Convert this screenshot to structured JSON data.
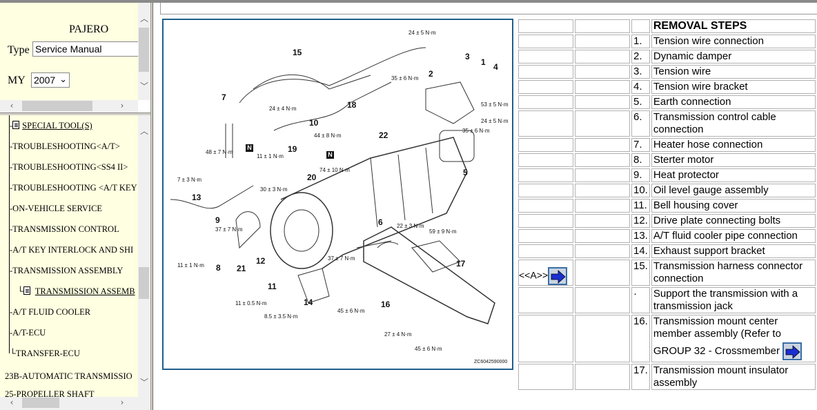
{
  "sidebar": {
    "model": "PAJERO",
    "type_label": "Type",
    "type_value": "Service Manual",
    "my_label": "MY",
    "my_value": "2007",
    "tree": [
      {
        "label": "SPECIAL TOOL(S)",
        "doc": true
      },
      {
        "label": "TROUBLESHOOTING<A/T>"
      },
      {
        "label": "TROUBLESHOOTING<SS4 II>"
      },
      {
        "label": "TROUBLESHOOTING <A/T KEY"
      },
      {
        "label": "ON-VEHICLE SERVICE"
      },
      {
        "label": "TRANSMISSION CONTROL"
      },
      {
        "label": "A/T KEY INTERLOCK AND SHI"
      },
      {
        "label": "TRANSMISSION ASSEMBLY"
      },
      {
        "label": "TRANSMISSION ASSEMB",
        "doc": true,
        "selected": true
      },
      {
        "label": "A/T FLUID COOLER"
      },
      {
        "label": "A/T-ECU"
      },
      {
        "label": "TRANSFER-ECU"
      }
    ],
    "groups": [
      "23B-AUTOMATIC TRANSMISSIO",
      "25-PROPELLER SHAFT"
    ]
  },
  "diagram": {
    "numbers": [
      "15",
      "3",
      "1",
      "4",
      "2",
      "7",
      "18",
      "10",
      "22",
      "19",
      "20",
      "5",
      "13",
      "9",
      "6",
      "8",
      "21",
      "12",
      "11",
      "14",
      "16",
      "17"
    ],
    "torques": [
      "24 ± 5 N·m",
      "35 ± 6 N·m",
      "53 ± 5 N·m",
      "24 ± 5 N·m",
      "35 ± 6 N·m",
      "24 ± 4 N·m",
      "44 ± 8 N·m",
      "48 ± 7 N·m",
      "11 ± 1 N·m",
      "74 ± 10 N·m",
      "7 ± 3 N·m",
      "30 ± 3 N·m",
      "37 ± 7 N·m",
      "22 ± 3 N·m",
      "59 ± 9 N·m",
      "11 ± 1 N·m",
      "37 ± 7 N·m",
      "11 ± 0.5 N·m",
      "8.5 ± 3.5 N·m",
      "45 ± 6 N·m",
      "27 ± 4 N·m",
      "45 ± 6 N·m"
    ],
    "n_mark": "N",
    "code": "ZC6042590000"
  },
  "table": {
    "header": "REMOVAL STEPS",
    "ref_label": "<<A>>",
    "rows": [
      {
        "n": "1.",
        "t": "Tension wire connection"
      },
      {
        "n": "2.",
        "t": "Dynamic damper"
      },
      {
        "n": "3.",
        "t": "Tension wire"
      },
      {
        "n": "4.",
        "t": "Tension wire bracket"
      },
      {
        "n": "5.",
        "t": "Earth connection"
      },
      {
        "n": "6.",
        "t": "Transmission control cable connection"
      },
      {
        "n": "7.",
        "t": "Heater hose connection"
      },
      {
        "n": "8.",
        "t": "Sterter motor"
      },
      {
        "n": "9.",
        "t": "Heat protector"
      },
      {
        "n": "10.",
        "t": "Oil level gauge assembly"
      },
      {
        "n": "11.",
        "t": "Bell housing cover"
      },
      {
        "n": "12.",
        "t": "Drive plate connecting bolts"
      },
      {
        "n": "13.",
        "t": "A/T fluid cooler pipe connection"
      },
      {
        "n": "14.",
        "t": "Exhaust support bracket"
      },
      {
        "n": "15.",
        "t": "Transmission harness connector connection"
      },
      {
        "n": "·",
        "t": "Support the transmission with a transmission jack"
      },
      {
        "n": "16.",
        "t": "Transmission mount center member assembly (Refer to",
        "t2": "GROUP 32 - Crossmember",
        ".": ")."
      },
      {
        "n": "17.",
        "t": "Transmission mount insulator assembly"
      }
    ]
  },
  "colors": {
    "panel": "#ffffe1",
    "diagram_border": "#1f5f8b",
    "link_arrow": "#1a2fd0"
  }
}
